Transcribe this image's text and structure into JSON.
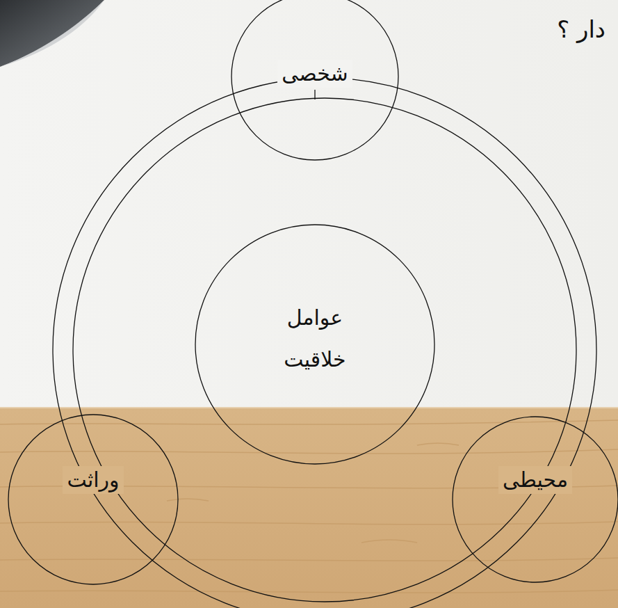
{
  "diagram": {
    "nodes": [
      {
        "text": [
          "شخصی"
        ]
      },
      {
        "text": [
          "عوامل خلاقیت"
        ]
      },
      {
        "text": [
          "وراثت"
        ]
      },
      {
        "text": [
          "محیطی"
        ]
      }
    ],
    "labels": [
      "دار ؟"
    ]
  }
}
